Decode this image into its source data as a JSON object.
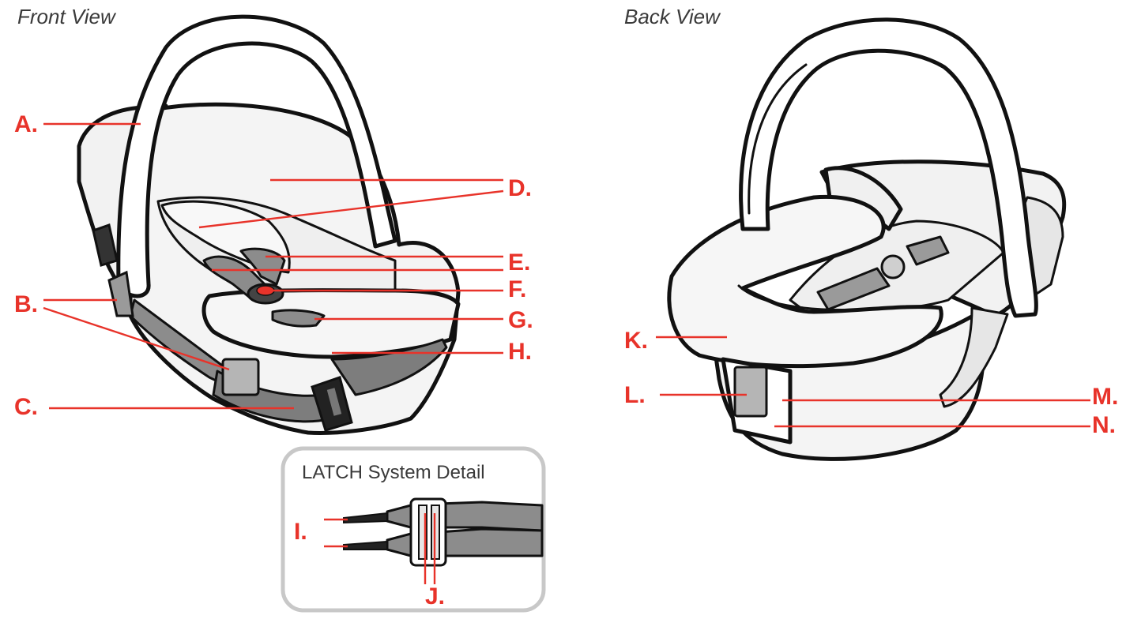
{
  "views": {
    "front_title": "Front View",
    "back_title": "Back View"
  },
  "detail": {
    "title": "LATCH System Detail"
  },
  "callouts": {
    "A": "A.",
    "B": "B.",
    "C": "C.",
    "D": "D.",
    "E": "E.",
    "F": "F.",
    "G": "G.",
    "H": "H.",
    "I": "I.",
    "J": "J.",
    "K": "K.",
    "L": "L.",
    "M": "M.",
    "N": "N."
  },
  "colors": {
    "callout": "#e8332a",
    "outline": "#111111",
    "fabric": "#f2f2f2",
    "strap": "#8c8c8c",
    "strap_light": "#b5b5b5",
    "panel_border": "#c8c8c8"
  }
}
